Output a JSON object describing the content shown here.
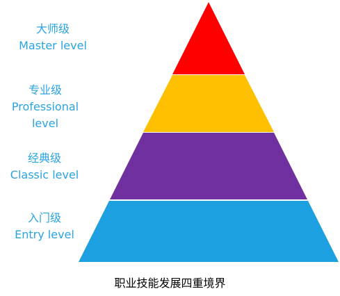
{
  "pyramid": {
    "levels": [
      {
        "name_cn": "大师级",
        "name_en": "Master level",
        "name_en_line2": "",
        "color": "#fe0000"
      },
      {
        "name_cn": "专业级",
        "name_en": "Professional",
        "name_en_line2": "level",
        "color": "#fec000"
      },
      {
        "name_cn": "经典级",
        "name_en": "Classic level",
        "name_en_line2": "",
        "color": "#7030a0"
      },
      {
        "name_cn": "入门级",
        "name_en": "Entry level",
        "name_en_line2": "",
        "color": "#1ea1e0"
      }
    ],
    "label_color": "#2aa3e0"
  },
  "caption": "职业技能发展四重境界"
}
